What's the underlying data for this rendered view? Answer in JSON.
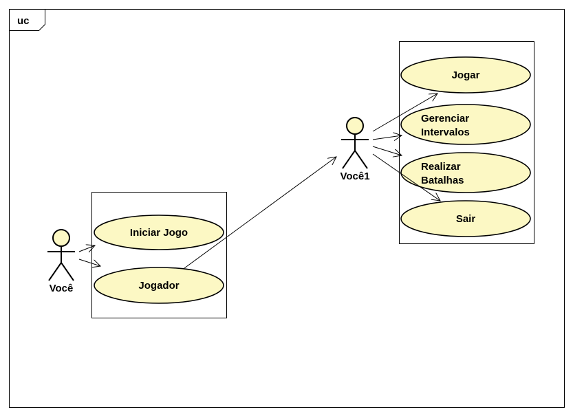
{
  "frame": {
    "tag": "uc"
  },
  "colors": {
    "use_case_fill": "#fcf8c4",
    "stroke": "#000000",
    "background": "#ffffff"
  },
  "actors": {
    "voce": "Você",
    "voce1": "Você1"
  },
  "use_cases": {
    "iniciar_jogo": "Iniciar Jogo",
    "jogador": "Jogador",
    "jogar": "Jogar",
    "gerenciar_line1": "Gerenciar",
    "gerenciar_line2": "Intervalos",
    "realizar_line1": "Realizar",
    "realizar_line2": "Batalhas",
    "sair": "Sair"
  }
}
